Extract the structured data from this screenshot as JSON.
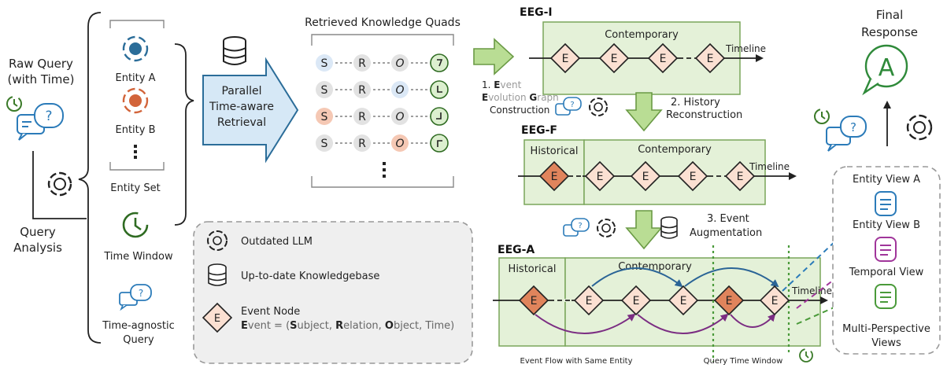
{
  "query": {
    "raw_query_line1": "Raw Query",
    "raw_query_line2": "(with Time)",
    "analysis_line1": "Query",
    "analysis_line2": "Analysis",
    "entity_a": "Entity A",
    "entity_b": "Entity B",
    "entity_set": "Entity Set",
    "time_window": "Time Window",
    "time_agnostic_line1": "Time-agnostic",
    "time_agnostic_line2": "Query"
  },
  "retrieval": {
    "arrow_line1": "Parallel",
    "arrow_line2": "Time-aware",
    "arrow_line3": "Retrieval",
    "quads_title": "Retrieved Knowledge Quads",
    "quad_letters": [
      "S",
      "R",
      "O"
    ]
  },
  "eeg_i": {
    "title": "EEG-I",
    "contemporary": "Contemporary",
    "timeline": "Timeline",
    "node": "E",
    "step": {
      "num": "1.",
      "event_b": "E",
      "event_rest": "vent",
      "evolution_b": "E",
      "evolution_rest": "volution",
      "graph_b": "G",
      "graph_rest": "raph",
      "construction": "Construction"
    }
  },
  "eeg_f": {
    "title": "EEG-F",
    "historical": "Historical",
    "contemporary": "Contemporary",
    "timeline": "Timeline",
    "step_line1": "2. History",
    "step_line2": "Reconstruction"
  },
  "eeg_a": {
    "title": "EEG-A",
    "historical": "Historical",
    "contemporary": "Contemporary",
    "timeline": "Timeline",
    "step_line1": "3. Event",
    "step_line2": "Augmentation",
    "flow_caption": "Event Flow with Same Entity",
    "window_caption": "Query Time Window"
  },
  "legend": {
    "outdated_llm": "Outdated LLM",
    "knowledgebase": "Up-to-date Knowledgebase",
    "event_node": "Event Node",
    "formula": {
      "e_b": "E",
      "e_rest": "vent = (",
      "s_b": "S",
      "s_rest": "ubject, ",
      "r_b": "R",
      "r_rest": "elation, ",
      "o_b": "O",
      "o_rest": "bject, Time)"
    }
  },
  "response": {
    "line1": "Final",
    "line2": "Response",
    "answer_letter": "A",
    "entity_view_a": "Entity View A",
    "entity_view_b": "Entity View B",
    "temporal_view": "Temporal View",
    "multi_line1": "Multi-Perspective",
    "multi_line2": "Views"
  },
  "colors": {
    "panel_green": "#e4f1d8",
    "panel_border": "#7aa65a",
    "node_light": "#fbe0d2",
    "node_dark": "#e0845c",
    "arrow_green": "#9ccc65",
    "arrow_blue": "#d6e8f6",
    "flow_blue": "#2a6496",
    "flow_purple": "#7b2d82",
    "view_blue": "#2b7bb9",
    "view_purple": "#a0359a",
    "view_green": "#4a9a3a"
  }
}
